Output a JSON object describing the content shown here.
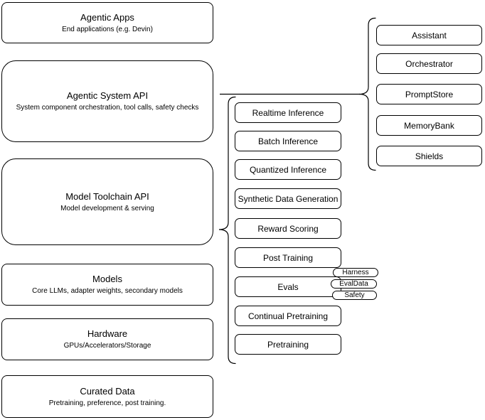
{
  "colors": {
    "background": "#ffffff",
    "stroke": "#000000",
    "text": "#000000"
  },
  "left_stack": {
    "boxes": [
      {
        "title": "Agentic Apps",
        "subtitle": "End applications (e.g. Devin)"
      },
      {
        "title": "Agentic System API",
        "subtitle": "System component orchestration, tool calls, safety checks"
      },
      {
        "title": "Model Toolchain API",
        "subtitle": "Model development & serving"
      },
      {
        "title": "Models",
        "subtitle": "Core LLMs, adapter weights, secondary models"
      },
      {
        "title": "Hardware",
        "subtitle": "GPUs/Accelerators/Storage"
      },
      {
        "title": "Curated Data",
        "subtitle": "Pretraining, preference, post training."
      }
    ]
  },
  "toolchain_api_components": {
    "boxes": [
      {
        "label": "Realtime Inference"
      },
      {
        "label": "Batch Inference"
      },
      {
        "label": "Quantized Inference"
      },
      {
        "label": "Synthetic Data Generation"
      },
      {
        "label": "Reward Scoring"
      },
      {
        "label": "Post Training"
      },
      {
        "label": "Evals"
      },
      {
        "label": "Continual Pretraining"
      },
      {
        "label": "Pretraining"
      }
    ]
  },
  "system_api_components": {
    "boxes": [
      {
        "label": "Assistant"
      },
      {
        "label": "Orchestrator"
      },
      {
        "label": "PromptStore"
      },
      {
        "label": "MemoryBank"
      },
      {
        "label": "Shields"
      }
    ]
  },
  "evals_tags": [
    {
      "label": "Harness"
    },
    {
      "label": "EvalData"
    },
    {
      "label": "Safety"
    }
  ]
}
